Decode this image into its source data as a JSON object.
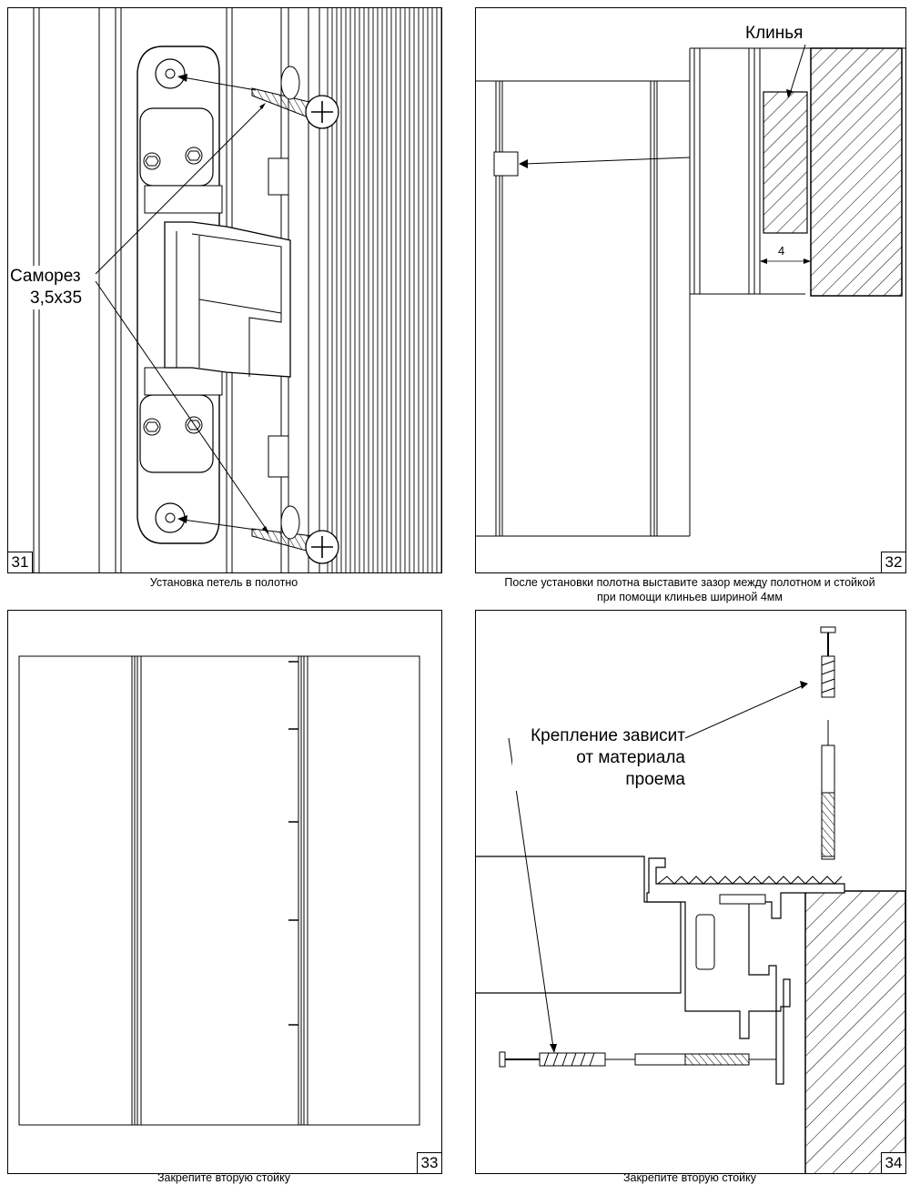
{
  "panels": [
    {
      "number": "31",
      "caption": "Установка петель в полотно",
      "callout": [
        "Саморез",
        "3,5х35"
      ]
    },
    {
      "number": "32",
      "caption_lines": [
        "После установки полотна выставите зазор между полотном и стойкой",
        "при помощи клиньев шириной 4мм"
      ],
      "callout": "Клинья",
      "dimension": "4"
    },
    {
      "number": "33",
      "caption": "Закрепите вторую стойку"
    },
    {
      "number": "34",
      "caption": "Закрепите вторую стойку",
      "callout": [
        "Крепление зависит",
        "от материала",
        "проема"
      ]
    }
  ]
}
